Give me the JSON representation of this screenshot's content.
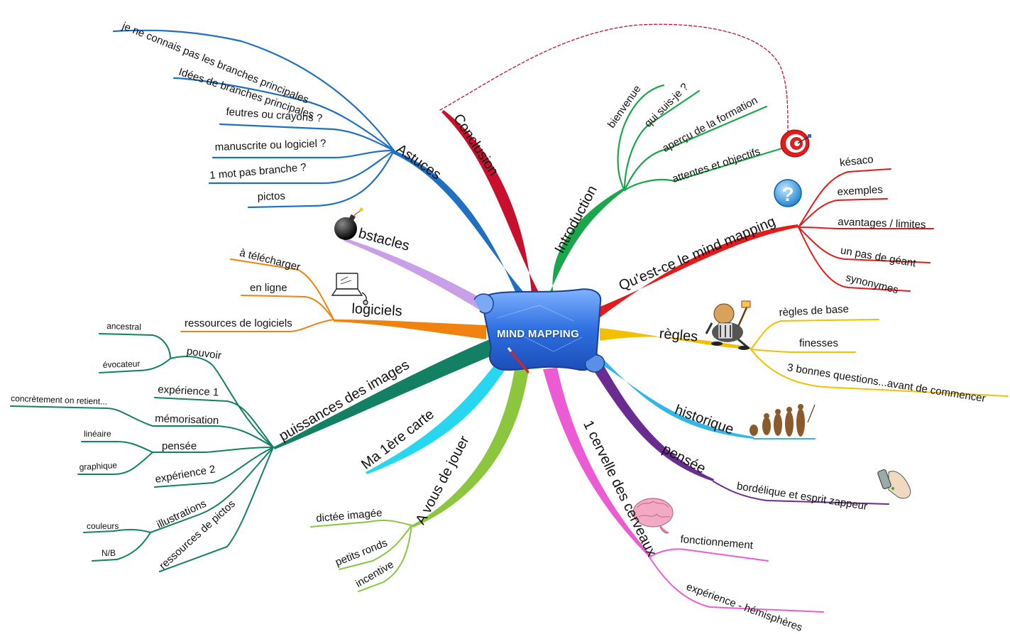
{
  "center": {
    "label": "MIND MAPPING"
  },
  "colors": {
    "astuces": "#1f6fc2",
    "conclusion": "#c8102e",
    "introduction": "#1aa64a",
    "questce": "#e31b1b",
    "regles": "#f2c000",
    "historique": "#33b6e8",
    "pensee": "#6a2c91",
    "cervelle": "#ec5bd3",
    "avous": "#8cc63f",
    "macarte": "#27d7ef",
    "puissances": "#138063",
    "logiciels": "#f0820f",
    "obstacles": "#c9a0e8"
  },
  "branches": {
    "astuces": {
      "label": "Astuces",
      "children": [
        "je ne connais pas les branches principales",
        "Idées de branches principales",
        "feutres ou crayons ?",
        "manuscrite ou logiciel ?",
        "1 mot pas branche ?",
        "pictos"
      ]
    },
    "conclusion": {
      "label": "Conclusion"
    },
    "introduction": {
      "label": "Introduction",
      "children": [
        "bienvenue",
        "qui suis-je ?",
        "aperçu de la formation",
        "attentes et objectifs"
      ]
    },
    "questce": {
      "label": "Qu'est-ce le mind mapping",
      "children": [
        "késaco",
        "exemples",
        "avantages / limites",
        "un pas de géant",
        "synonymes"
      ]
    },
    "regles": {
      "label": "règles",
      "children": [
        "règles de base",
        "finesses",
        "3 bonnes questions...avant de commencer"
      ]
    },
    "historique": {
      "label": "historique"
    },
    "pensee": {
      "label": "pensée",
      "children": [
        "bordélique et esprit zappeur"
      ]
    },
    "cervelle": {
      "label": "1 cervelle des cerveaux",
      "children": [
        "fonctionnement",
        "expérience - hémisphères"
      ]
    },
    "avous": {
      "label": "A vous de jouer",
      "children": [
        "dictée imagée",
        "petits ronds",
        "incentive"
      ]
    },
    "macarte": {
      "label": "Ma 1ère carte"
    },
    "puissances": {
      "label": "puissances des images",
      "children": {
        "pouvoir": "pouvoir",
        "ancestral": "ancestral",
        "evocateur": "évocateur",
        "experience1": "expérience 1",
        "memorisation": "mémorisation",
        "concretement": "concrètement on retient...",
        "pensee": "pensée",
        "lineaire": "linéaire",
        "graphique": "graphique",
        "experience2": "expérience 2",
        "illustrations": "illustrations",
        "couleurs": "couleurs",
        "nb": "N/B",
        "ressources": "ressources de pictos"
      }
    },
    "logiciels": {
      "label": "logiciels",
      "children": [
        "à télécharger",
        "en ligne",
        "ressources de logiciels"
      ]
    },
    "obstacles": {
      "label": "bstacles"
    }
  },
  "icons": [
    "target-icon",
    "question-icon",
    "bomb-icon",
    "laptop-icon",
    "referee-icon",
    "evolution-icon",
    "hand-phone-icon",
    "brain-icon",
    "pencil-icon"
  ]
}
